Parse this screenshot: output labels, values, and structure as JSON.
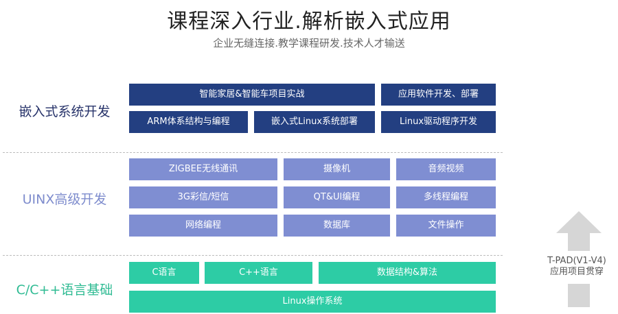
{
  "title": "课程深入行业.解析嵌入式应用",
  "subtitle": "企业无缝连接.教学课程研发.技术人才输送",
  "sections": {
    "embedded": {
      "label": "嵌入式系统开发",
      "color": "#233f81",
      "boxes": [
        "智能家居&智能车项目实战",
        "应用软件开发、部署",
        "ARM体系结构与编程",
        "嵌入式Linux系统部署",
        "Linux驱动程序开发"
      ]
    },
    "uinx": {
      "label": "UINX高级开发",
      "color": "#7f8ed2",
      "boxes": [
        "ZIGBEE无线通讯",
        "摄像机",
        "音频视频",
        "3G彩信/短信",
        "QT&UI编程",
        "多线程编程",
        "网络编程",
        "数据库",
        "文件操作"
      ]
    },
    "c_lang": {
      "label": "C/C++语言基础",
      "color": "#2dcca5",
      "boxes": [
        "C语言",
        "C++语言",
        "数据结构&算法",
        "Linux操作系统"
      ]
    }
  },
  "side": {
    "line1": "T-PAD(V1-V4)",
    "line2": "应用项目贯穿",
    "arrow_color": "#d6d6d6"
  }
}
